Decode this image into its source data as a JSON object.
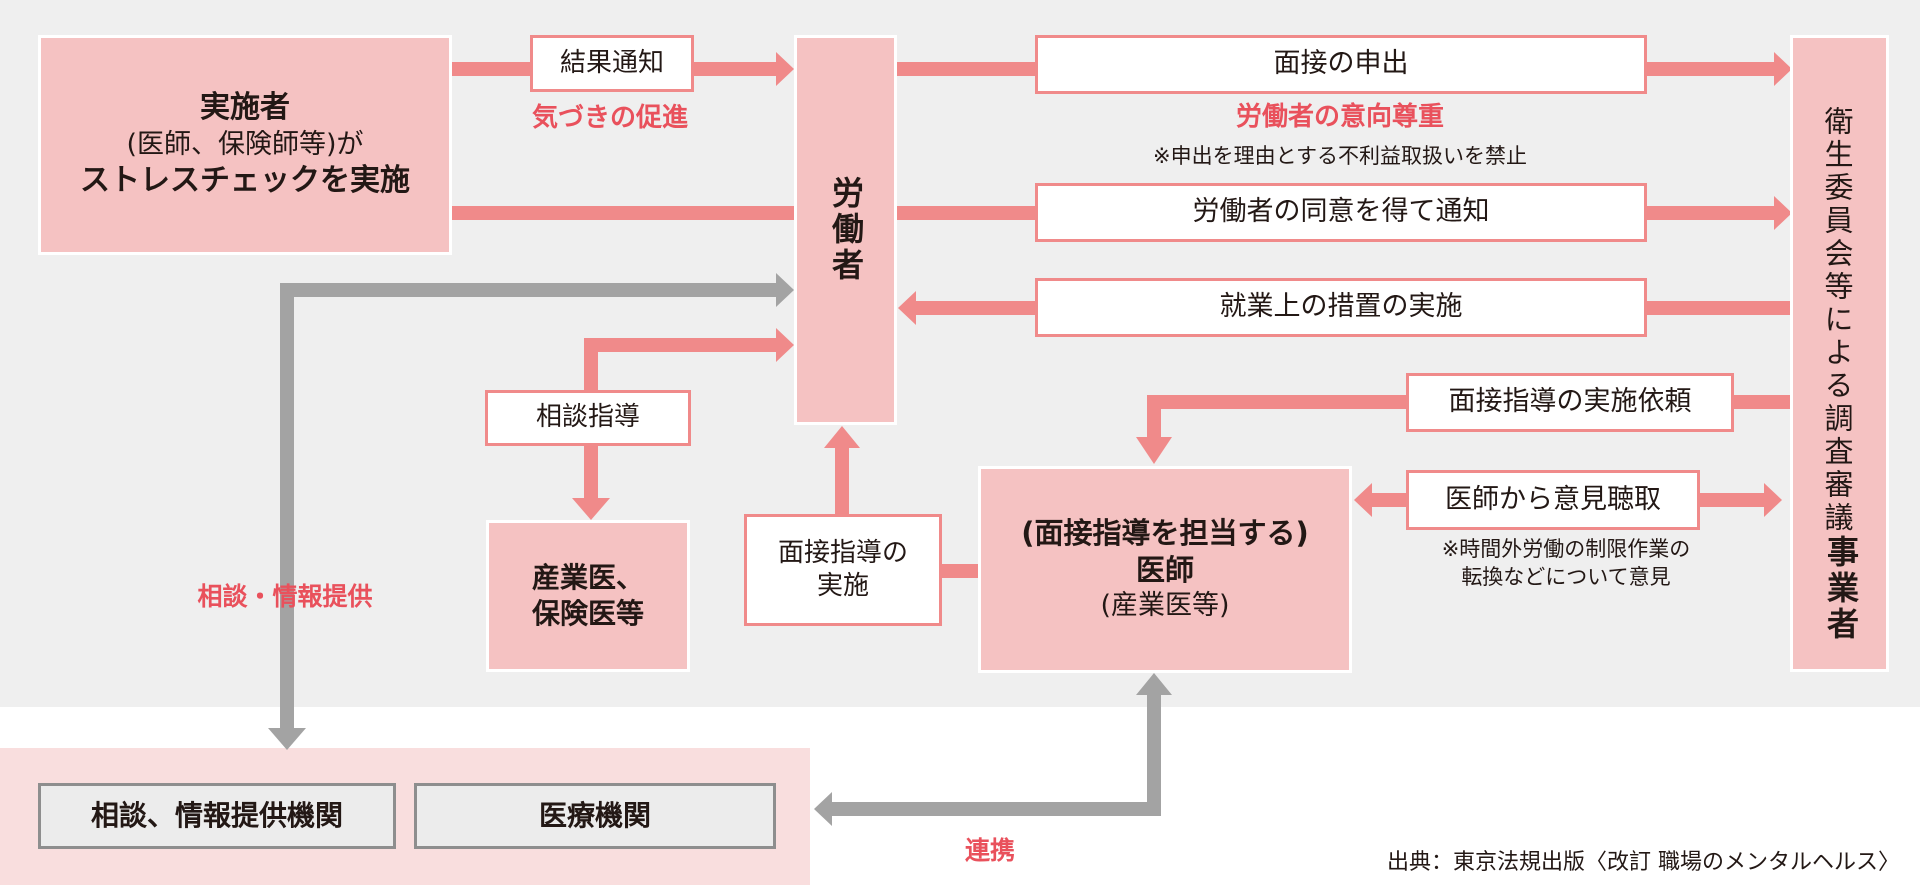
{
  "implementer": {
    "line1": "実施者",
    "line2": "(医師、保険師等)が",
    "line3": "ストレスチェックを実施"
  },
  "worker": "労働者",
  "employer": {
    "title": "事業者",
    "subtitle": "衛生委員会等による調査審議"
  },
  "labels": {
    "result_notice": "結果通知",
    "awareness": "気づきの促進",
    "interview_request": "面接の申出",
    "respect": "労働者の意向尊重",
    "prohibition": "※申出を理由とする不利益取扱いを禁止",
    "consent_notice": "労働者の同意を得て通知",
    "measures": "就業上の措置の実施",
    "interview_commission": "面接指導の実施依頼",
    "hearing": "医師から意見聴取",
    "hearing_note_1": "※時間外労働の制限作業の",
    "hearing_note_2": "転換などについて意見",
    "consultation_guidance": "相談指導",
    "interview_conduct_1": "面接指導の",
    "interview_conduct_2": "実施",
    "consult_info": "相談・情報提供",
    "cooperation": "連携"
  },
  "occupational_physician": {
    "line1": "産業医、",
    "line2": "保険医等"
  },
  "doctor": {
    "line1": "(面接指導を担当する)",
    "line2": "医師",
    "line3": "(産業医等)"
  },
  "outside": {
    "consult_org": "相談、情報提供機関",
    "medical_org": "医療機関"
  },
  "source": "出典：東京法規出版〈改訂 職場のメンタルヘルス〉",
  "colors": {
    "panel_bg": "#efefef",
    "pink_fill": "#f5c2c2",
    "pink_arrow": "#f08a8a",
    "gray_arrow": "#a3a3a3",
    "red_text": "#e9515c"
  }
}
